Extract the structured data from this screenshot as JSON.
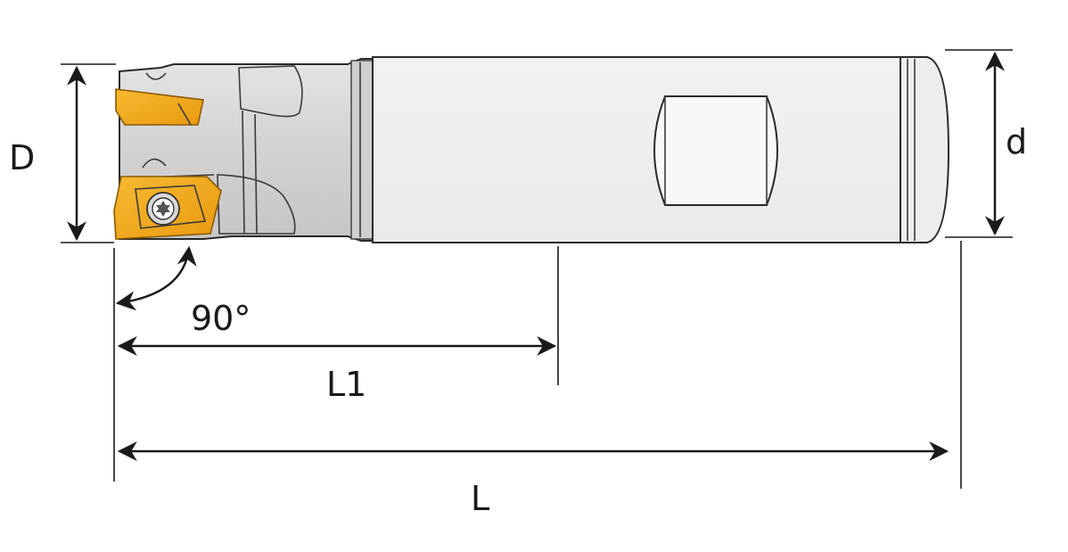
{
  "labels": {
    "diameter": "D",
    "shank_diameter": "d",
    "angle": "90°",
    "length_1": "L1",
    "length_total": "L"
  },
  "colors": {
    "insert": "#F2A81D",
    "insert_edge": "#8a5a00",
    "tool_body": "#d6d6d6",
    "tool_body_light": "#e9e9e9",
    "tool_body_dark": "#bdbdbd",
    "shank": "#f4f4f4",
    "line": "#1a1a1a"
  }
}
